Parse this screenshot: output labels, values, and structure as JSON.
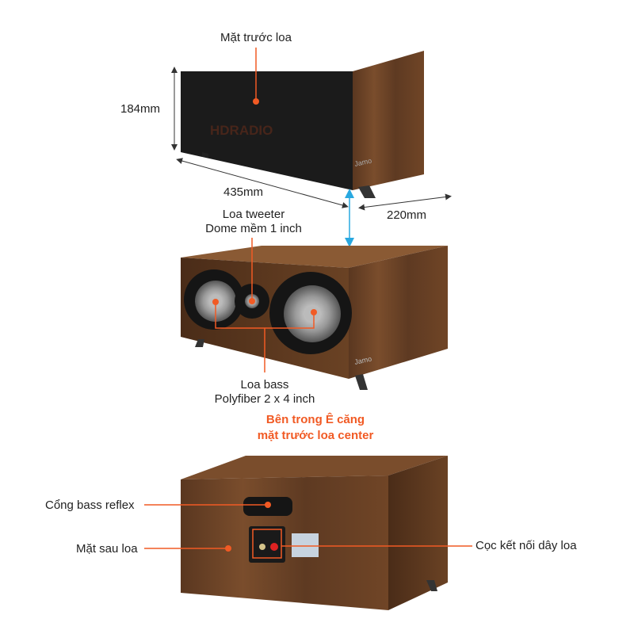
{
  "labels": {
    "front_face": "Mặt trước loa",
    "height": "184mm",
    "width": "435mm",
    "depth": "220mm",
    "tweeter_line1": "Loa tweeter",
    "tweeter_line2": "Dome mềm 1 inch",
    "bass_line1": "Loa bass",
    "bass_line2": "Polyfiber 2 x 4 inch",
    "highlight_line1": "Bên trong Ê căng",
    "highlight_line2": "mặt trước loa center",
    "bass_reflex": "Cổng bass reflex",
    "back_face": "Mặt sau loa",
    "terminals": "Cọc kết nối dây loa"
  },
  "logos": {
    "watermark": "HDRADIO",
    "brand": "Jamo"
  },
  "colors": {
    "accent": "#f15a24",
    "arrow": "#29a8e0",
    "wood": "#6b4427",
    "grille": "#1b1b1b"
  }
}
